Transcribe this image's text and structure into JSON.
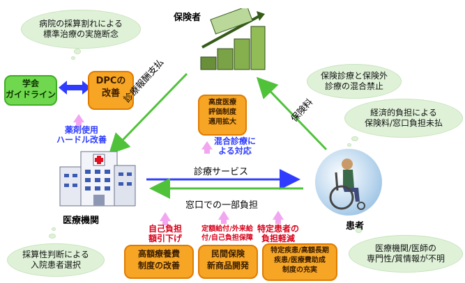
{
  "nodes": {
    "insurer": "保険者",
    "medical_institution": "医療機関",
    "patient": "患者",
    "academic_guideline": "学会\nガイドライン",
    "dpc_improvement": "DPCの\n改善"
  },
  "clouds": {
    "hospital_profit": "病院の採算割れによる\n標準治療の実施断念",
    "mixed_ban": "保険診療と保険外\n診療の混合禁止",
    "economic_burden": "経済的負担による\n保険料/窓口負担未払",
    "patient_selection": "採算性判断による\n入院患者選択",
    "info_gap": "医療機関/医師の\n専門性/質情報が不明"
  },
  "flows": {
    "payment": "診療報酬支払",
    "premium": "保険料",
    "medical_service": "診療サービス",
    "copay": "窓口での一部負担"
  },
  "measures": {
    "advanced_medical": "高度医療\n評価制度\n適用拡大",
    "mixed_response": "混合診療に\nよる対応",
    "drug_use": "薬剤使用\nハードル改善",
    "self_pay_cut": "自己負担\n額引下げ",
    "fixed_benefit": "定額給付/外来給\n付/自己負担保障",
    "specific_patient": "特定患者の\n負担軽減",
    "high_cost_system": "高額療養費\n制度の改善",
    "private_insurance": "民間保険\n新商品開発",
    "specific_disease": "特定疾患/高額長期\n疾患/医療費助成\n制度の充実"
  },
  "colors": {
    "orange_box": "#f6a524",
    "green_box": "#6fd84e",
    "cloud": "#dff2d8",
    "flow_arrow": "#4fc23a",
    "blue_arrow": "#2f3cff",
    "pink_arrow": "#f2a6f0",
    "blue_text": "#2f3cff",
    "red_text": "#d8001a"
  },
  "icons": [
    "money-stack-chart-icon",
    "hospital-building-icon",
    "wheelchair-patient-icon"
  ]
}
